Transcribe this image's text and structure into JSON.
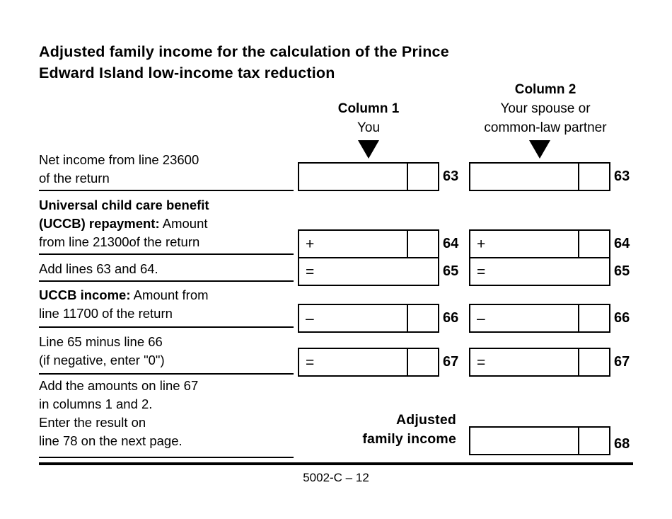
{
  "document": {
    "title_line1": "Adjusted family income for the calculation of the Prince",
    "title_line2": "Edward Island low-income tax reduction",
    "footer": "5002-C – 12"
  },
  "columns": {
    "col1": {
      "heading": "Column 1",
      "subheading": "You"
    },
    "col2": {
      "heading": "Column 2",
      "subheading_line1": "Your spouse or",
      "subheading_line2": "common-law partner"
    }
  },
  "rows": [
    {
      "label_line1": "Net income from line 23600",
      "label_line2": "of the return",
      "label_bold_prefix": "",
      "operator": "",
      "line_number_col1": "63",
      "line_number_col2": "63",
      "has_cents_divider": true
    },
    {
      "label_bold_prefix": "Universal child care benefit (UCCB) repayment:",
      "label_line1": "Universal child care benefit",
      "label_line2": "(UCCB) repayment: Amount",
      "label_line3": "from line 21300of the return",
      "operator": "+",
      "line_number_col1": "64",
      "line_number_col2": "64",
      "has_cents_divider": true
    },
    {
      "label_line1": "Add lines 63 and 64.",
      "label_bold_prefix": "",
      "operator": "=",
      "line_number_col1": "65",
      "line_number_col2": "65",
      "has_cents_divider": false
    },
    {
      "label_bold_prefix": "UCCB income:",
      "label_line1": "UCCB income: Amount from",
      "label_line2": "line 11700 of the return",
      "operator": "–",
      "line_number_col1": "66",
      "line_number_col2": "66",
      "has_cents_divider": true
    },
    {
      "label_line1": "Line 65 minus line 66",
      "label_line2": "(if negative, enter \"0\")",
      "label_bold_prefix": "",
      "operator": "=",
      "line_number_col1": "67",
      "line_number_col2": "67",
      "has_cents_divider": true
    }
  ],
  "total_row": {
    "instruction_line1": "Add the amounts on line 67",
    "instruction_line2": "in columns 1 and 2.",
    "instruction_line3": "Enter the result on",
    "instruction_line4": "line 78 on the next page.",
    "caption_line1": "Adjusted",
    "caption_line2": "family income",
    "line_number": "68",
    "has_cents_divider": true
  },
  "colors": {
    "ink": "#000000",
    "paper": "#ffffff"
  }
}
